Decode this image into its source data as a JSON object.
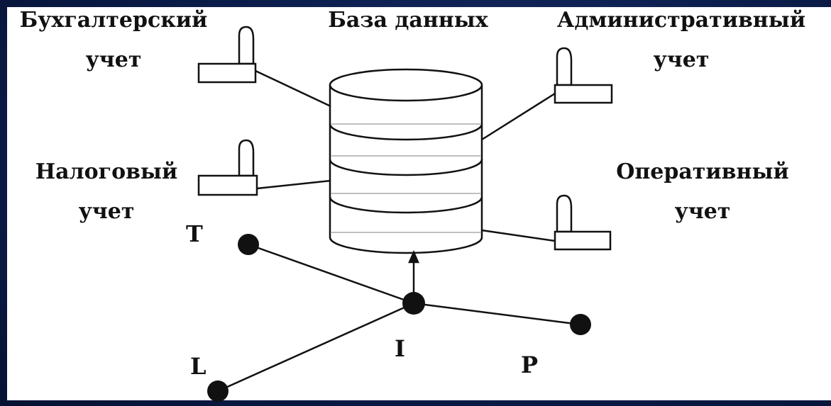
{
  "nodes": {
    "accounting": [
      "Бухгалтерский",
      "учет"
    ],
    "database": "База данных",
    "administrative": [
      "Административный",
      "учет"
    ],
    "tax": [
      "Налоговый",
      "учет"
    ],
    "operational": [
      "Оперативный",
      "учет"
    ]
  },
  "points": {
    "t": "T",
    "l": "L",
    "i": "I",
    "p": "P"
  },
  "colors": {
    "frame": "#0b1c4a",
    "background": "#ffffff",
    "ink": "#111111",
    "band": "#bfbfbf"
  }
}
